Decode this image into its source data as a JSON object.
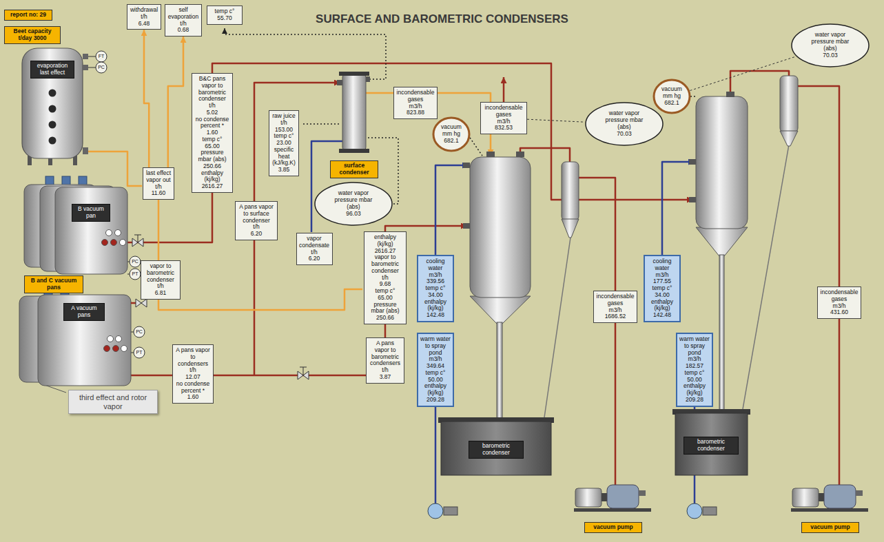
{
  "diagram": {
    "title": "SURFACE AND BAROMETRIC CONDENSERS",
    "nodes": [
      {
        "text": [
          "report no: 29"
        ]
      },
      {
        "text": [
          "Beet capacity t/day 3000"
        ]
      },
      {
        "text": [
          "withdrawal",
          "t/h",
          "6.48"
        ]
      },
      {
        "text": [
          "self evaporation",
          "t/h",
          "0.68"
        ]
      },
      {
        "text": [
          "temp c°",
          "55.70"
        ]
      },
      {
        "text": [
          "water vapor pressure mbar (abs)",
          "70.03"
        ]
      },
      {
        "text": [
          "evaporation last effect"
        ]
      },
      {
        "text": [
          "B&C pans vapor to barometric condenser",
          "t/h",
          "5.02",
          "no condense percent *",
          "1.60",
          "temp c°",
          "65.00",
          "pressure mbar (abs)",
          "250.66",
          "enthalpy (kj/kg)",
          "2616.27"
        ]
      },
      {
        "text": [
          "incondensable gases",
          "m3/h",
          "823.88"
        ]
      },
      {
        "text": [
          "vacuum",
          "mm hg",
          "682.1"
        ]
      },
      {
        "text": [
          "incondensable gases",
          "m3/h",
          "832.53"
        ]
      },
      {
        "text": [
          "raw juice",
          "t/h",
          "153.00",
          "temp c°",
          "23.00",
          "specific heat (kJ/kg.K)",
          "3.85"
        ]
      },
      {
        "text": [
          "water vapor pressure mbar (abs)",
          "70.03"
        ]
      },
      {
        "text": [
          "vacuum",
          "mm hg",
          "682.1"
        ]
      },
      {
        "text": [
          "surface condenser"
        ]
      },
      {
        "text": [
          "last effect vapor out",
          "t/h",
          "11.60"
        ]
      },
      {
        "text": [
          "A pans vapor to surface condenser",
          "t/h",
          "6.20"
        ]
      },
      {
        "text": [
          "water vapor pressure mbar (abs)",
          "96.03"
        ]
      },
      {
        "text": [
          "B vacuum pan"
        ]
      },
      {
        "text": [
          "vapor condensate",
          "t/h",
          "6.20"
        ]
      },
      {
        "text": [
          "enthalpy (kj/kg)",
          "2616.27",
          "vapor to barometric condenser",
          "t/h",
          "9.68",
          "temp c°",
          "65.00",
          "pressure mbar (abs)",
          "250.66"
        ]
      },
      {
        "text": [
          "cooling water",
          "m3/h",
          "339.56",
          "temp c°",
          "34.00",
          "enthalpy (kj/kg)",
          "142.48"
        ]
      },
      {
        "text": [
          "cooling water",
          "m3/h",
          "177.55",
          "temp c°",
          "34.00",
          "enthalpy (kj/kg)",
          "142.48"
        ]
      },
      {
        "text": [
          "vapor to barometric condenser",
          "t/h",
          "6.81"
        ]
      },
      {
        "text": [
          "B and C vacuum pans"
        ]
      },
      {
        "text": [
          "incondensable gases",
          "m3/h",
          "1686.52"
        ]
      },
      {
        "text": [
          "incondensable gases",
          "m3/h",
          "431.60"
        ]
      },
      {
        "text": [
          "A vacuum pans"
        ]
      },
      {
        "text": [
          "warm water to spray pond",
          "m3/h",
          "349.64",
          "temp c°",
          "50.00",
          "enthalpy (kj/kg)",
          "209.28"
        ]
      },
      {
        "text": [
          "warm water to spray pond",
          "m3/h",
          "182.57",
          "temp c°",
          "50.00",
          "enthalpy (kj/kg)",
          "209.28"
        ]
      },
      {
        "text": [
          "A pans vapor to barometric condensers",
          "t/h",
          "3.87"
        ]
      },
      {
        "text": [
          "A pans vapor to condensers",
          "t/h",
          "12.07",
          "no condense percent *",
          "1.60"
        ]
      },
      {
        "text": [
          "third effect and rotor vapor"
        ]
      },
      {
        "text": [
          "barometric condenser"
        ]
      },
      {
        "text": [
          "barometric condenser"
        ]
      },
      {
        "text": [
          "vacuum pump"
        ]
      },
      {
        "text": [
          "vacuum pump"
        ]
      }
    ],
    "edges": [
      {
        "from": 15,
        "to": 2,
        "arrow": "to"
      },
      {
        "from": 15,
        "to": 3,
        "arrow": "to"
      },
      {
        "from": 10,
        "to": 12,
        "arrow": "none"
      },
      {
        "from": 9,
        "to": 5,
        "arrow": "none"
      }
    ],
    "labels": [
      "FT",
      "PC",
      "PC",
      "PT",
      "PC",
      "PT"
    ]
  }
}
